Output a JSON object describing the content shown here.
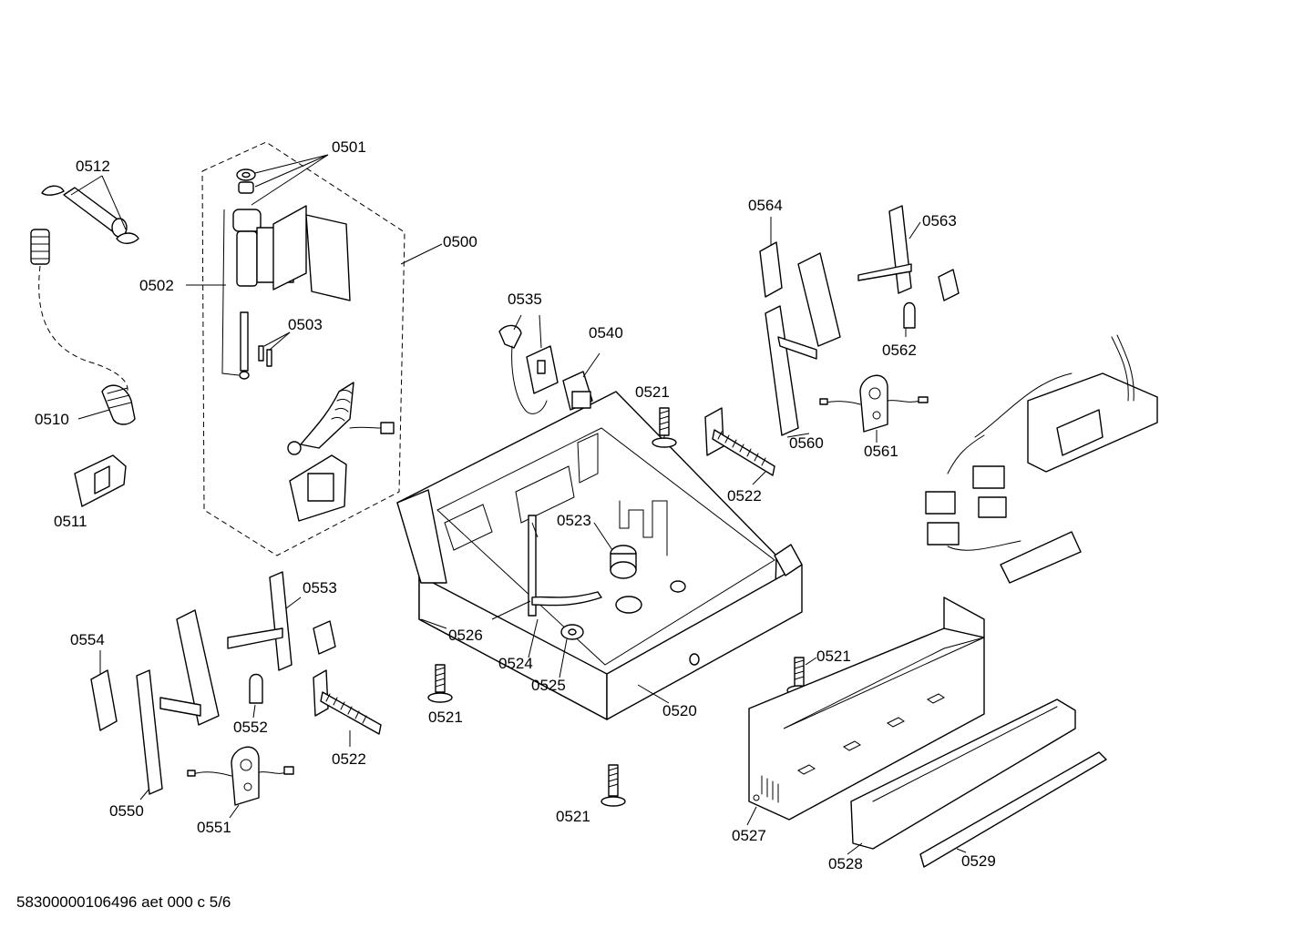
{
  "labels": {
    "p0500": "0500",
    "p0501": "0501",
    "p0502": "0502",
    "p0503": "0503",
    "p0510": "0510",
    "p0511": "0511",
    "p0512": "0512",
    "p0520": "0520",
    "p0521a": "0521",
    "p0521b": "0521",
    "p0521c": "0521",
    "p0521d": "0521",
    "p0522a": "0522",
    "p0522b": "0522",
    "p0523": "0523",
    "p0524": "0524",
    "p0525": "0525",
    "p0526": "0526",
    "p0527": "0527",
    "p0528": "0528",
    "p0529": "0529",
    "p0535": "0535",
    "p0540": "0540",
    "p0550": "0550",
    "p0551": "0551",
    "p0552": "0552",
    "p0553": "0553",
    "p0554": "0554",
    "p0560": "0560",
    "p0561": "0561",
    "p0562": "0562",
    "p0563": "0563",
    "p0564": "0564"
  },
  "footer": "58300000106496 aet 000 c 5/6"
}
